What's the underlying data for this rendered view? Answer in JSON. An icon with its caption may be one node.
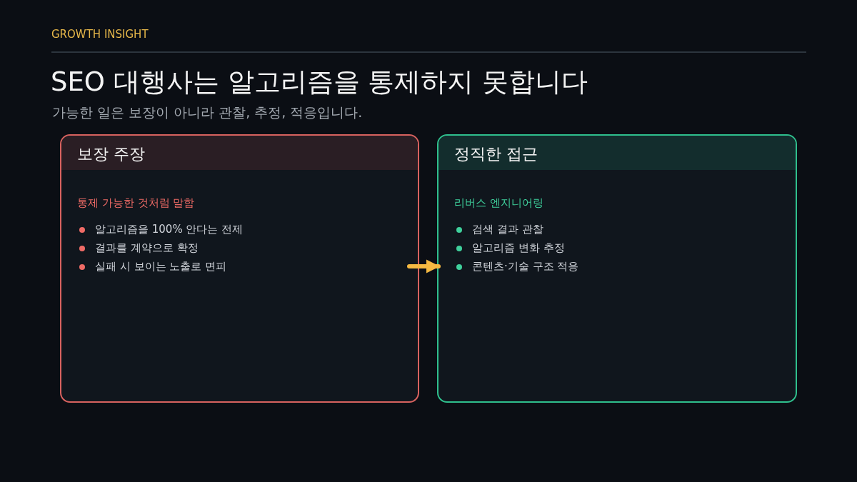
{
  "diagram": {
    "title": "SEO 대행사는 알고리즘을 통제하지 못합니다",
    "nodes": [
      {
        "text": [
          "보장 주장",
          "통제 가능한 것처럼 말함",
          "알고리즘을 100% 안다는 전제",
          "결과를 계약으로 확정",
          "실패 시 보이는 노출로 면피"
        ]
      },
      {
        "text": [
          "정직한 접근",
          "리버스 엔지니어링",
          "검색 결과 관찰",
          "알고리즘 변화 추정",
          "콘텐츠·기술 구조 적응"
        ]
      }
    ],
    "edges": [
      {
        "from": 0,
        "to": 1,
        "arrow": "to"
      }
    ],
    "labels": [
      "GROWTH INSIGHT",
      "가능한 일은 보장이 아니라 관찰, 추정, 적응입니다."
    ]
  }
}
